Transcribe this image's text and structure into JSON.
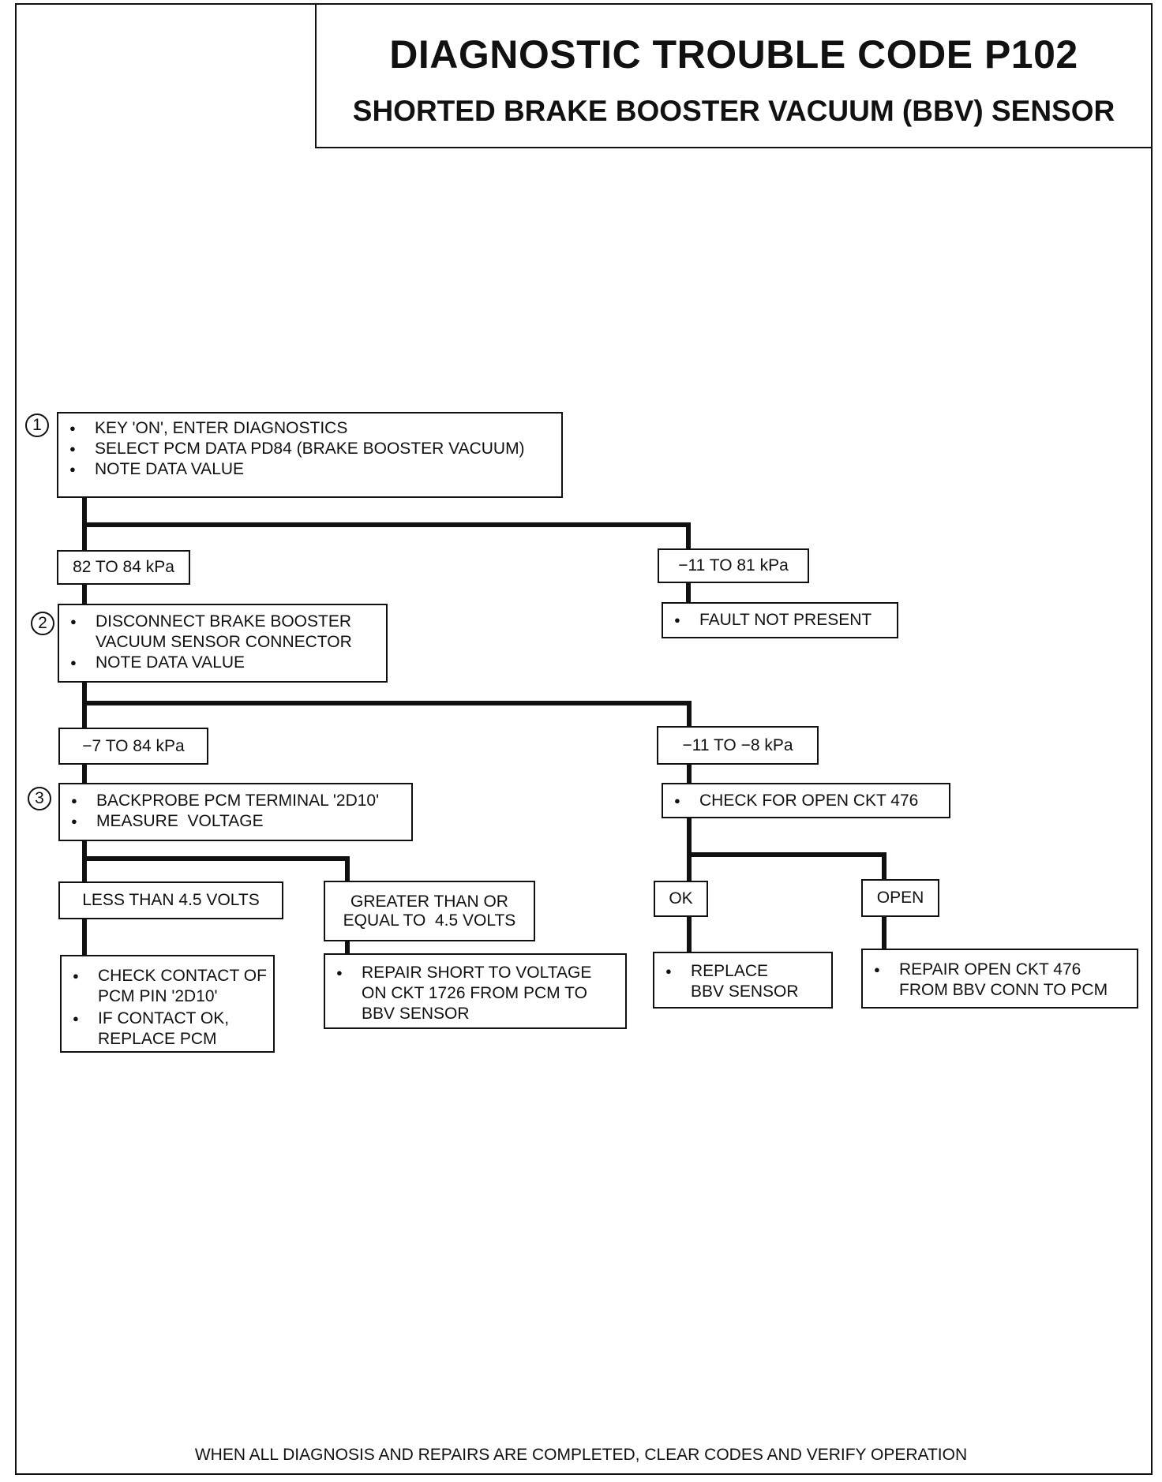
{
  "title": "DIAGNOSTIC TROUBLE CODE P102",
  "subtitle": "SHORTED BRAKE BOOSTER VACUUM (BBV) SENSOR",
  "steps": [
    {
      "number": "1",
      "items": [
        "KEY 'ON', ENTER DIAGNOSTICS",
        "SELECT PCM DATA PD84 (BRAKE BOOSTER VACUUM)",
        "NOTE DATA VALUE"
      ]
    },
    {
      "number": "2",
      "items": [
        "DISCONNECT BRAKE BOOSTER VACUUM SENSOR CONNECTOR",
        "NOTE DATA VALUE"
      ]
    },
    {
      "number": "3",
      "items": [
        "BACKPROBE PCM TERMINAL '2D10'",
        "MEASURE  VOLTAGE"
      ]
    }
  ],
  "branches": {
    "step1_left": "82 TO 84 kPa",
    "step1_right": "−11 TO 81 kPa",
    "step2_left": "−7 TO 84 kPa",
    "step2_right": "−11 TO −8 kPa",
    "step3_left": "LESS THAN 4.5 VOLTS",
    "step3_right": "GREATER THAN OR EQUAL TO  4.5 VOLTS",
    "open_check_ok": "OK",
    "open_check_open": "OPEN"
  },
  "actions": {
    "fault_not_present": [
      "FAULT NOT PRESENT"
    ],
    "check_open": [
      "CHECK FOR OPEN CKT 476"
    ],
    "check_contact": [
      "CHECK CONTACT OF PCM PIN '2D10'",
      "IF CONTACT OK, REPLACE PCM"
    ],
    "repair_short": [
      "REPAIR SHORT TO VOLTAGE ON CKT 1726 FROM PCM TO BBV SENSOR"
    ],
    "replace_bbv": [
      "REPLACE BBV SENSOR"
    ],
    "repair_open": [
      "REPAIR OPEN CKT 476 FROM BBV CONN TO PCM"
    ]
  },
  "footer": "WHEN ALL DIAGNOSIS AND REPAIRS ARE COMPLETED, CLEAR CODES AND VERIFY OPERATION"
}
